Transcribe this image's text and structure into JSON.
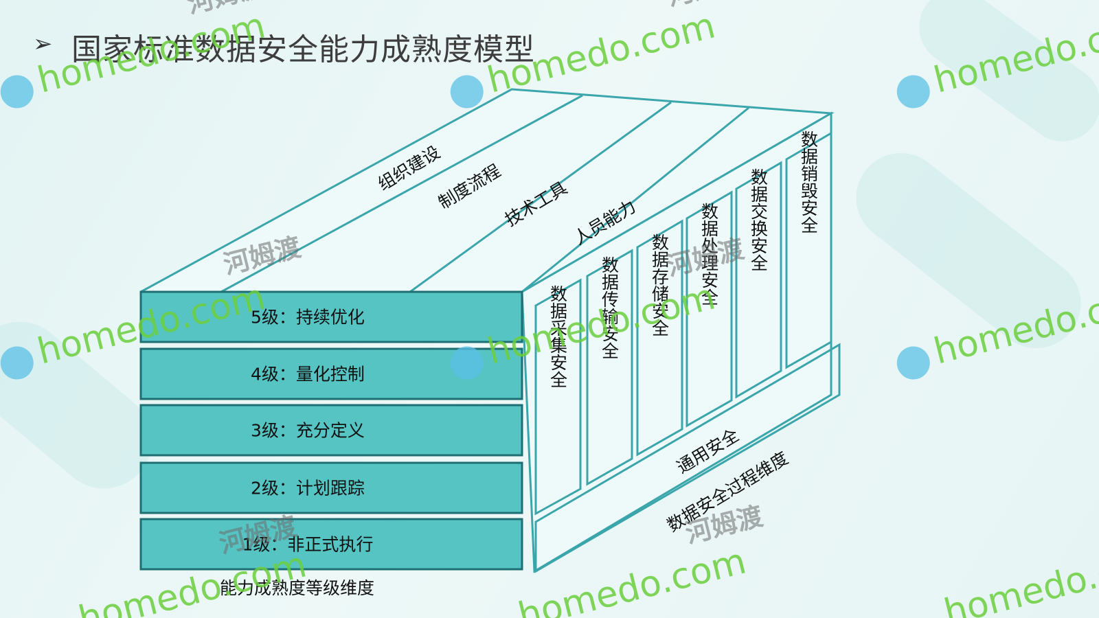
{
  "title": "国家标准数据安全能力成熟度模型",
  "title_bullet": "➢",
  "levels": [
    "5级：持续优化",
    "4级：量化控制",
    "3级：充分定义",
    "2级：计划跟踪",
    "1级：非正式执行"
  ],
  "level_axis_label": "能力成熟度等级维度",
  "top_dimensions": [
    "组织建设",
    "制度流程",
    "技术工具",
    "人员能力"
  ],
  "process_stages": [
    "数据采集安全",
    "数据传输安全",
    "数据存储安全",
    "数据处理安全",
    "数据交换安全",
    "数据销毁安全"
  ],
  "general_security": "通用安全",
  "process_axis_label": "数据安全过程维度",
  "watermark": {
    "brand": "homedo.com",
    "brand_cn": "河姆渡"
  },
  "colors": {
    "block_fill": "#55c4c3",
    "block_stroke": "#1e6f73",
    "line_teal": "#3aa6ab"
  }
}
